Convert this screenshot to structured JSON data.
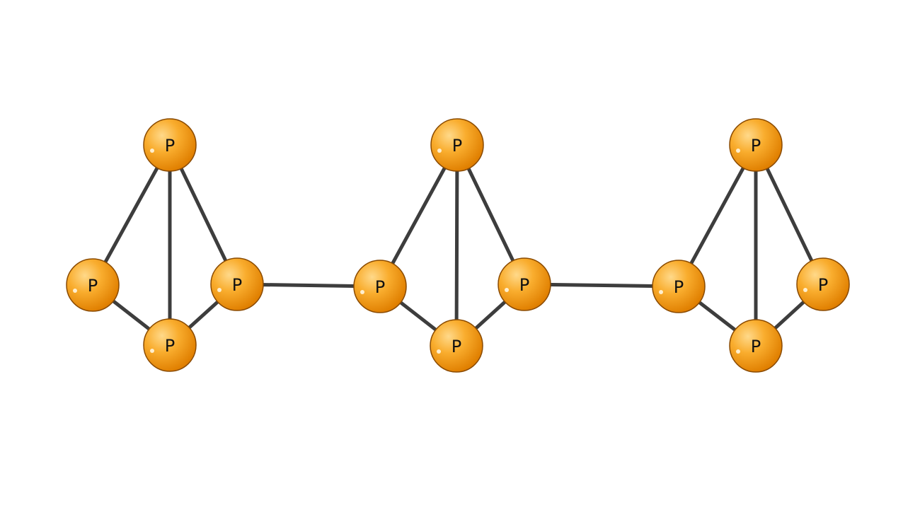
{
  "molecule": {
    "atom_label": "P",
    "clusters": [
      {
        "atoms": [
          "P",
          "P",
          "P",
          "P"
        ]
      },
      {
        "atoms": [
          "P",
          "P",
          "P",
          "P"
        ]
      },
      {
        "atoms": [
          "P",
          "P",
          "P",
          "P"
        ]
      }
    ]
  },
  "colors": {
    "atom_fill": "#f5a020",
    "atom_highlight": "#ffd98a",
    "atom_shadow": "#d97a00",
    "bond": "#3d3d3d",
    "background": "#ffffff"
  }
}
